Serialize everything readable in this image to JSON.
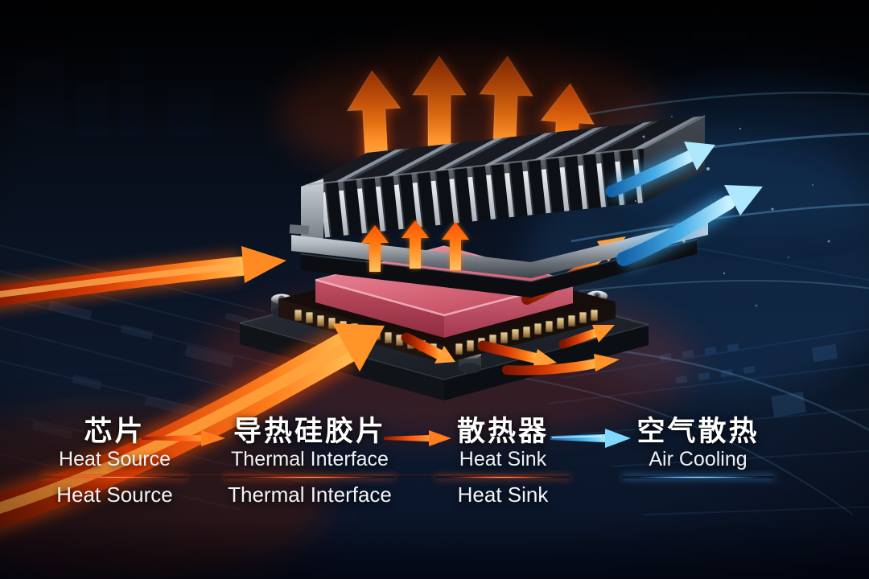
{
  "legend": {
    "columns": [
      {
        "cn": "芯片",
        "en": "Heat Source",
        "en_repeat": "Heat Source",
        "accent": "#ff5a1f"
      },
      {
        "cn": "导热硅胶片",
        "en": "Thermal Interface",
        "en_repeat": "Thermal Interface",
        "accent": "#ff5a1f"
      },
      {
        "cn": "散热器",
        "en": "Heat Sink",
        "en_repeat": "Heat Sink",
        "accent": "#ff7a2a"
      },
      {
        "cn": "空气散热",
        "en": "Air Cooling",
        "en_repeat": "",
        "accent": "#58b7ff"
      }
    ],
    "arrows": [
      {
        "name": "heat-source-to-thermal-interface",
        "color": "orange"
      },
      {
        "name": "thermal-interface-to-heat-sink",
        "color": "orange"
      },
      {
        "name": "heat-sink-to-air-cooling",
        "color": "blue"
      }
    ]
  },
  "scene": {
    "components": [
      "heatsink-fins",
      "heatsink-base-plate",
      "thermal-pad",
      "chip-package-with-pins",
      "substrate-plate-with-standoffs",
      "circuit-board-background",
      "heat-arrows-up",
      "heat-flow-bands",
      "air-cooling-arrows"
    ],
    "colors": {
      "heat_orange": "#ff6a14",
      "heat_orange_deep": "#c23305",
      "air_blue": "#4fc3ff",
      "air_blue_deep": "#1668b8",
      "thermal_pad_pink": "#df7f90",
      "thermal_pad_front": "#b03a4e",
      "heatsink_silver": "#b9bfc7",
      "heatsink_dark": "#14171d",
      "board_navy": "#0a1322",
      "divider_orange": "#ff5a1f",
      "divider_blue": "#58b7ff"
    }
  }
}
